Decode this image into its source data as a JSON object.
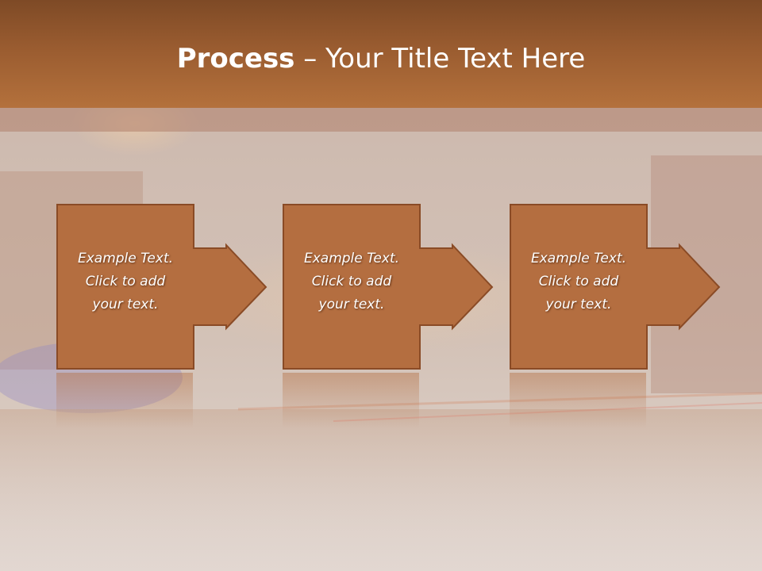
{
  "slide": {
    "title_bold": "Process",
    "title_rest": " – Your Title Text Here"
  },
  "steps": [
    {
      "lines": [
        "Example Text.",
        "Click  to add",
        "your text."
      ]
    },
    {
      "lines": [
        "Example Text.",
        "Click  to add",
        "your text."
      ]
    },
    {
      "lines": [
        "Example Text.",
        "Click  to add",
        "your text."
      ]
    }
  ],
  "colors": {
    "header": "#9a5c30",
    "box_fill": "#b46e40",
    "box_border": "#8a4b26",
    "text": "#ffffff"
  }
}
